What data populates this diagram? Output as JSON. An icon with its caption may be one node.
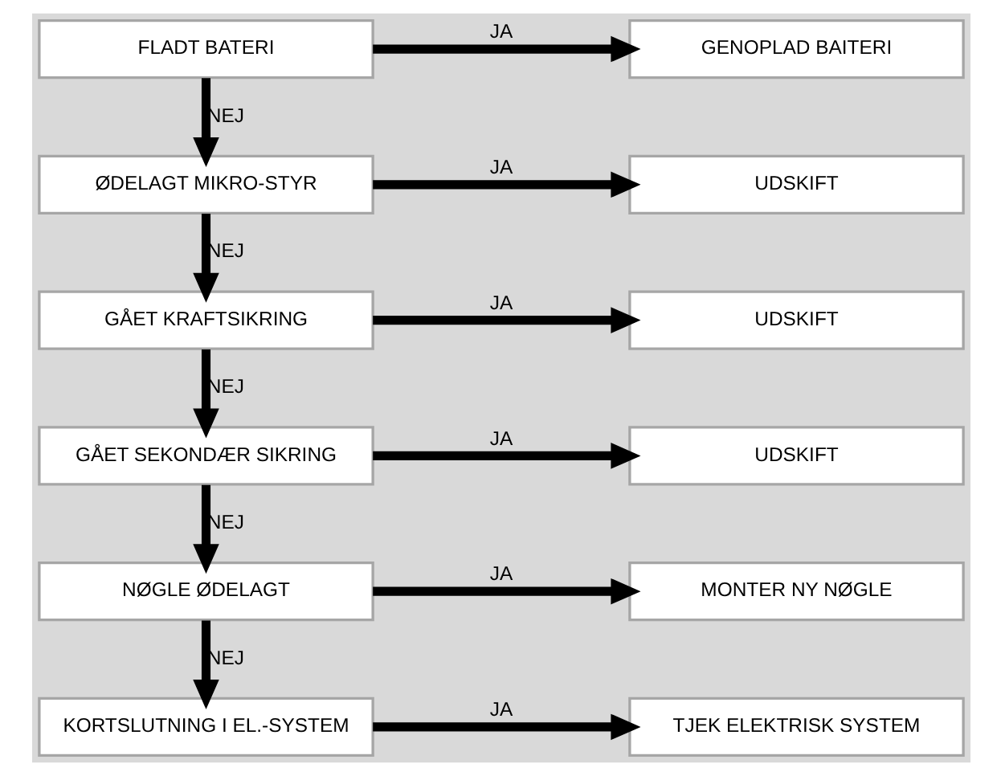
{
  "diagram": {
    "nodes": [
      {
        "text": [
          "FLADT BATERI"
        ]
      },
      {
        "text": [
          "GENOPLAD BAITERI"
        ]
      },
      {
        "text": [
          "ØDELAGT MIKRO-STYR"
        ]
      },
      {
        "text": [
          "UDSKIFT"
        ]
      },
      {
        "text": [
          "GÅET KRAFTSIKRING"
        ]
      },
      {
        "text": [
          "UDSKIFT"
        ]
      },
      {
        "text": [
          "GÅET SEKONDÆR SIKRING"
        ]
      },
      {
        "text": [
          "UDSKIFT"
        ]
      },
      {
        "text": [
          "NØGLE ØDELAGT"
        ]
      },
      {
        "text": [
          "MONTER NY NØGLE"
        ]
      },
      {
        "text": [
          "KORTSLUTNING I EL.-SYSTEM"
        ]
      },
      {
        "text": [
          "TJEK ELEKTRISK SYSTEM"
        ]
      }
    ],
    "edges": [
      {
        "from": 0,
        "to": 1,
        "arrow": "to",
        "label": "JA"
      },
      {
        "from": 0,
        "to": 2,
        "arrow": "to",
        "label": "NEJ"
      },
      {
        "from": 2,
        "to": 3,
        "arrow": "to",
        "label": "JA"
      },
      {
        "from": 2,
        "to": 4,
        "arrow": "to",
        "label": "NEJ"
      },
      {
        "from": 4,
        "to": 5,
        "arrow": "to",
        "label": "JA"
      },
      {
        "from": 4,
        "to": 6,
        "arrow": "to",
        "label": "NEJ"
      },
      {
        "from": 6,
        "to": 7,
        "arrow": "to",
        "label": "JA"
      },
      {
        "from": 6,
        "to": 8,
        "arrow": "to",
        "label": "NEJ"
      },
      {
        "from": 8,
        "to": 9,
        "arrow": "to",
        "label": "JA"
      },
      {
        "from": 8,
        "to": 10,
        "arrow": "to",
        "label": "NEJ"
      },
      {
        "from": 10,
        "to": 11,
        "arrow": "to",
        "label": "JA"
      }
    ]
  }
}
